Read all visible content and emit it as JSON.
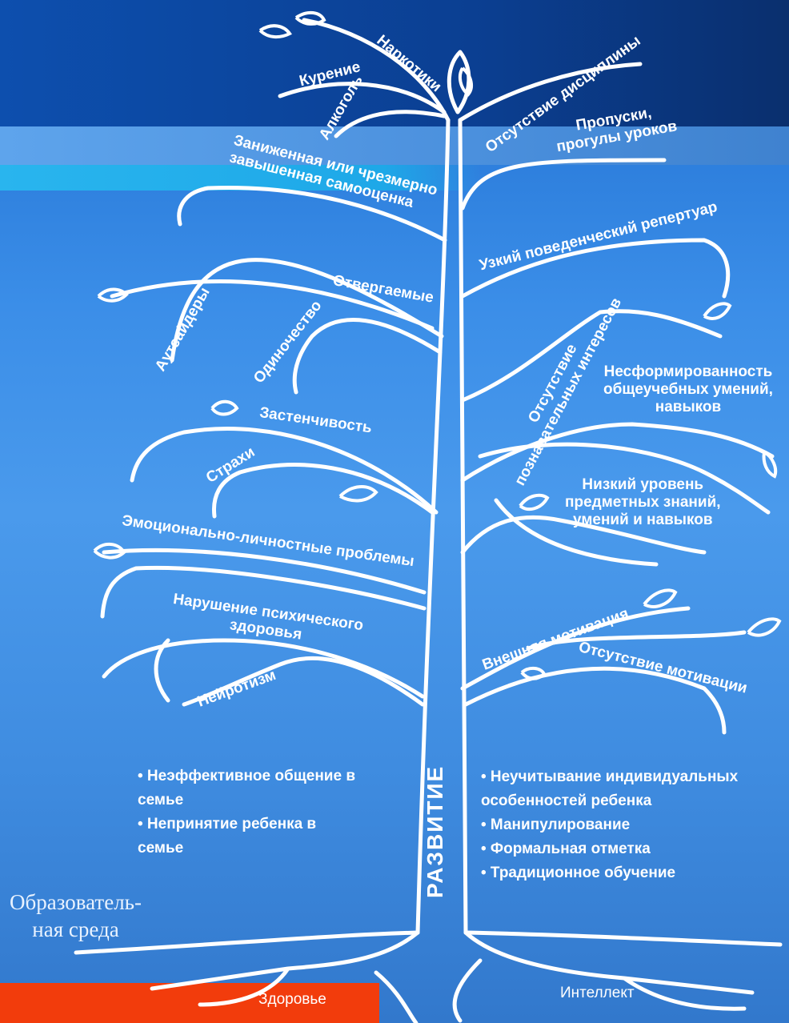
{
  "colors": {
    "top_band": "#0b3f92",
    "cyan_band": "#29b5ee",
    "red_band": "#f23c0c",
    "line": "#ffffff"
  },
  "trunk_label": "РАЗВИТИЕ",
  "environment_label": [
    "Образователь-",
    "ная среда"
  ],
  "roots": {
    "left": "Здоровье",
    "right": "Интеллект"
  },
  "branches": {
    "narcotics": "Наркотики",
    "smoking": "Курение",
    "alcohol": "Алкоголь",
    "self_esteem_1": "Заниженная или чрезмерно",
    "self_esteem_2": "завышенная самооценка",
    "rejected": "Отвергаемые",
    "outsiders": "Аутсайдеры",
    "loneliness": "Одиночество",
    "shyness": "Застенчивость",
    "fears": "Страхи",
    "emotional": "Эмоционально-личностные проблемы",
    "mental_health_1": "Нарушение психического",
    "mental_health_2": "здоровья",
    "neuroticism": "Нейротизм",
    "discipline": "Отсутствие дисциплины",
    "truancy_1": "Пропуски,",
    "truancy_2": "прогулы уроков",
    "behavior": "Узкий поведенческий репертуар",
    "interests_1": "Отсутствие",
    "interests_2": "познавательных интересов",
    "skills_1": "Несформированность",
    "skills_2": "общеучебных умений,",
    "skills_3": "навыков",
    "knowledge_1": "Низкий уровень",
    "knowledge_2": "предметных знаний,",
    "knowledge_3": "умений и навыков",
    "ext_motivation": "Внешняя мотивация",
    "no_motivation": "Отсутствие мотивации"
  },
  "family_factors": [
    "• Неэффективное общение в",
    "семье",
    "• Непринятие ребенка в",
    "семье"
  ],
  "school_factors": [
    "• Неучитывание индивидуальных",
    "особенностей ребенка",
    "• Манипулирование",
    "• Формальная отметка",
    "• Традиционное обучение"
  ]
}
